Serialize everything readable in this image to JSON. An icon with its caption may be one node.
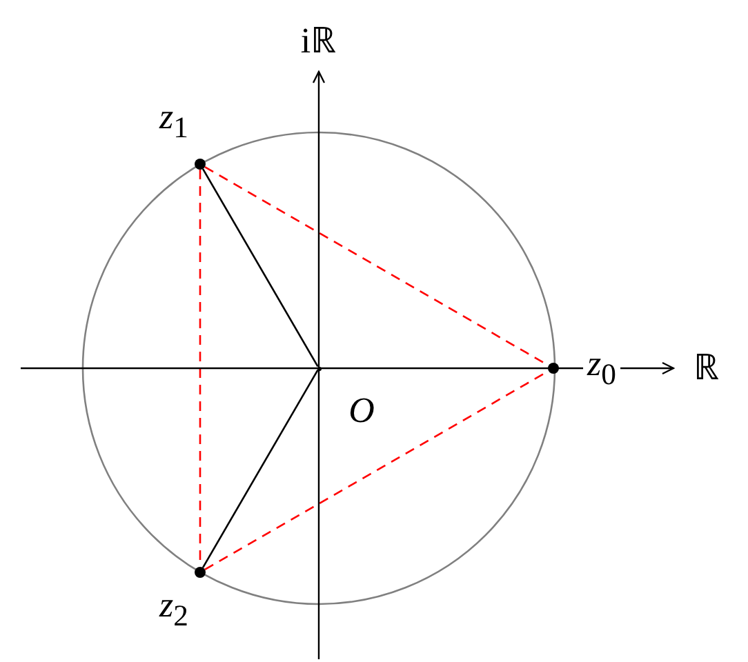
{
  "diagram": {
    "nodes": [
      {
        "text": [],
        "shape": "circle",
        "beside": [
          "z$_{0}$"
        ]
      },
      {
        "text": [],
        "shape": "circle",
        "beside": [
          "z$_{1}$"
        ]
      },
      {
        "text": [],
        "shape": "circle",
        "beside": [
          "z$_{2}$"
        ]
      },
      {
        "text": [],
        "shape": "point",
        "beside": [
          "O"
        ]
      }
    ],
    "edges": [
      {
        "from": 3,
        "to": 1,
        "arrow": "none",
        "color": "#000000"
      },
      {
        "from": 3,
        "to": 2,
        "arrow": "none",
        "color": "#000000"
      },
      {
        "from": 1,
        "to": 0,
        "arrow": "none",
        "style": "dashed",
        "color": "#ff0000"
      },
      {
        "from": 1,
        "to": 2,
        "arrow": "none",
        "style": "dashed",
        "color": "#ff0000"
      },
      {
        "from": 2,
        "to": 0,
        "arrow": "none",
        "style": "dashed",
        "color": "#ff0000"
      }
    ],
    "labels": [
      "iℝ",
      "ℝ"
    ]
  }
}
